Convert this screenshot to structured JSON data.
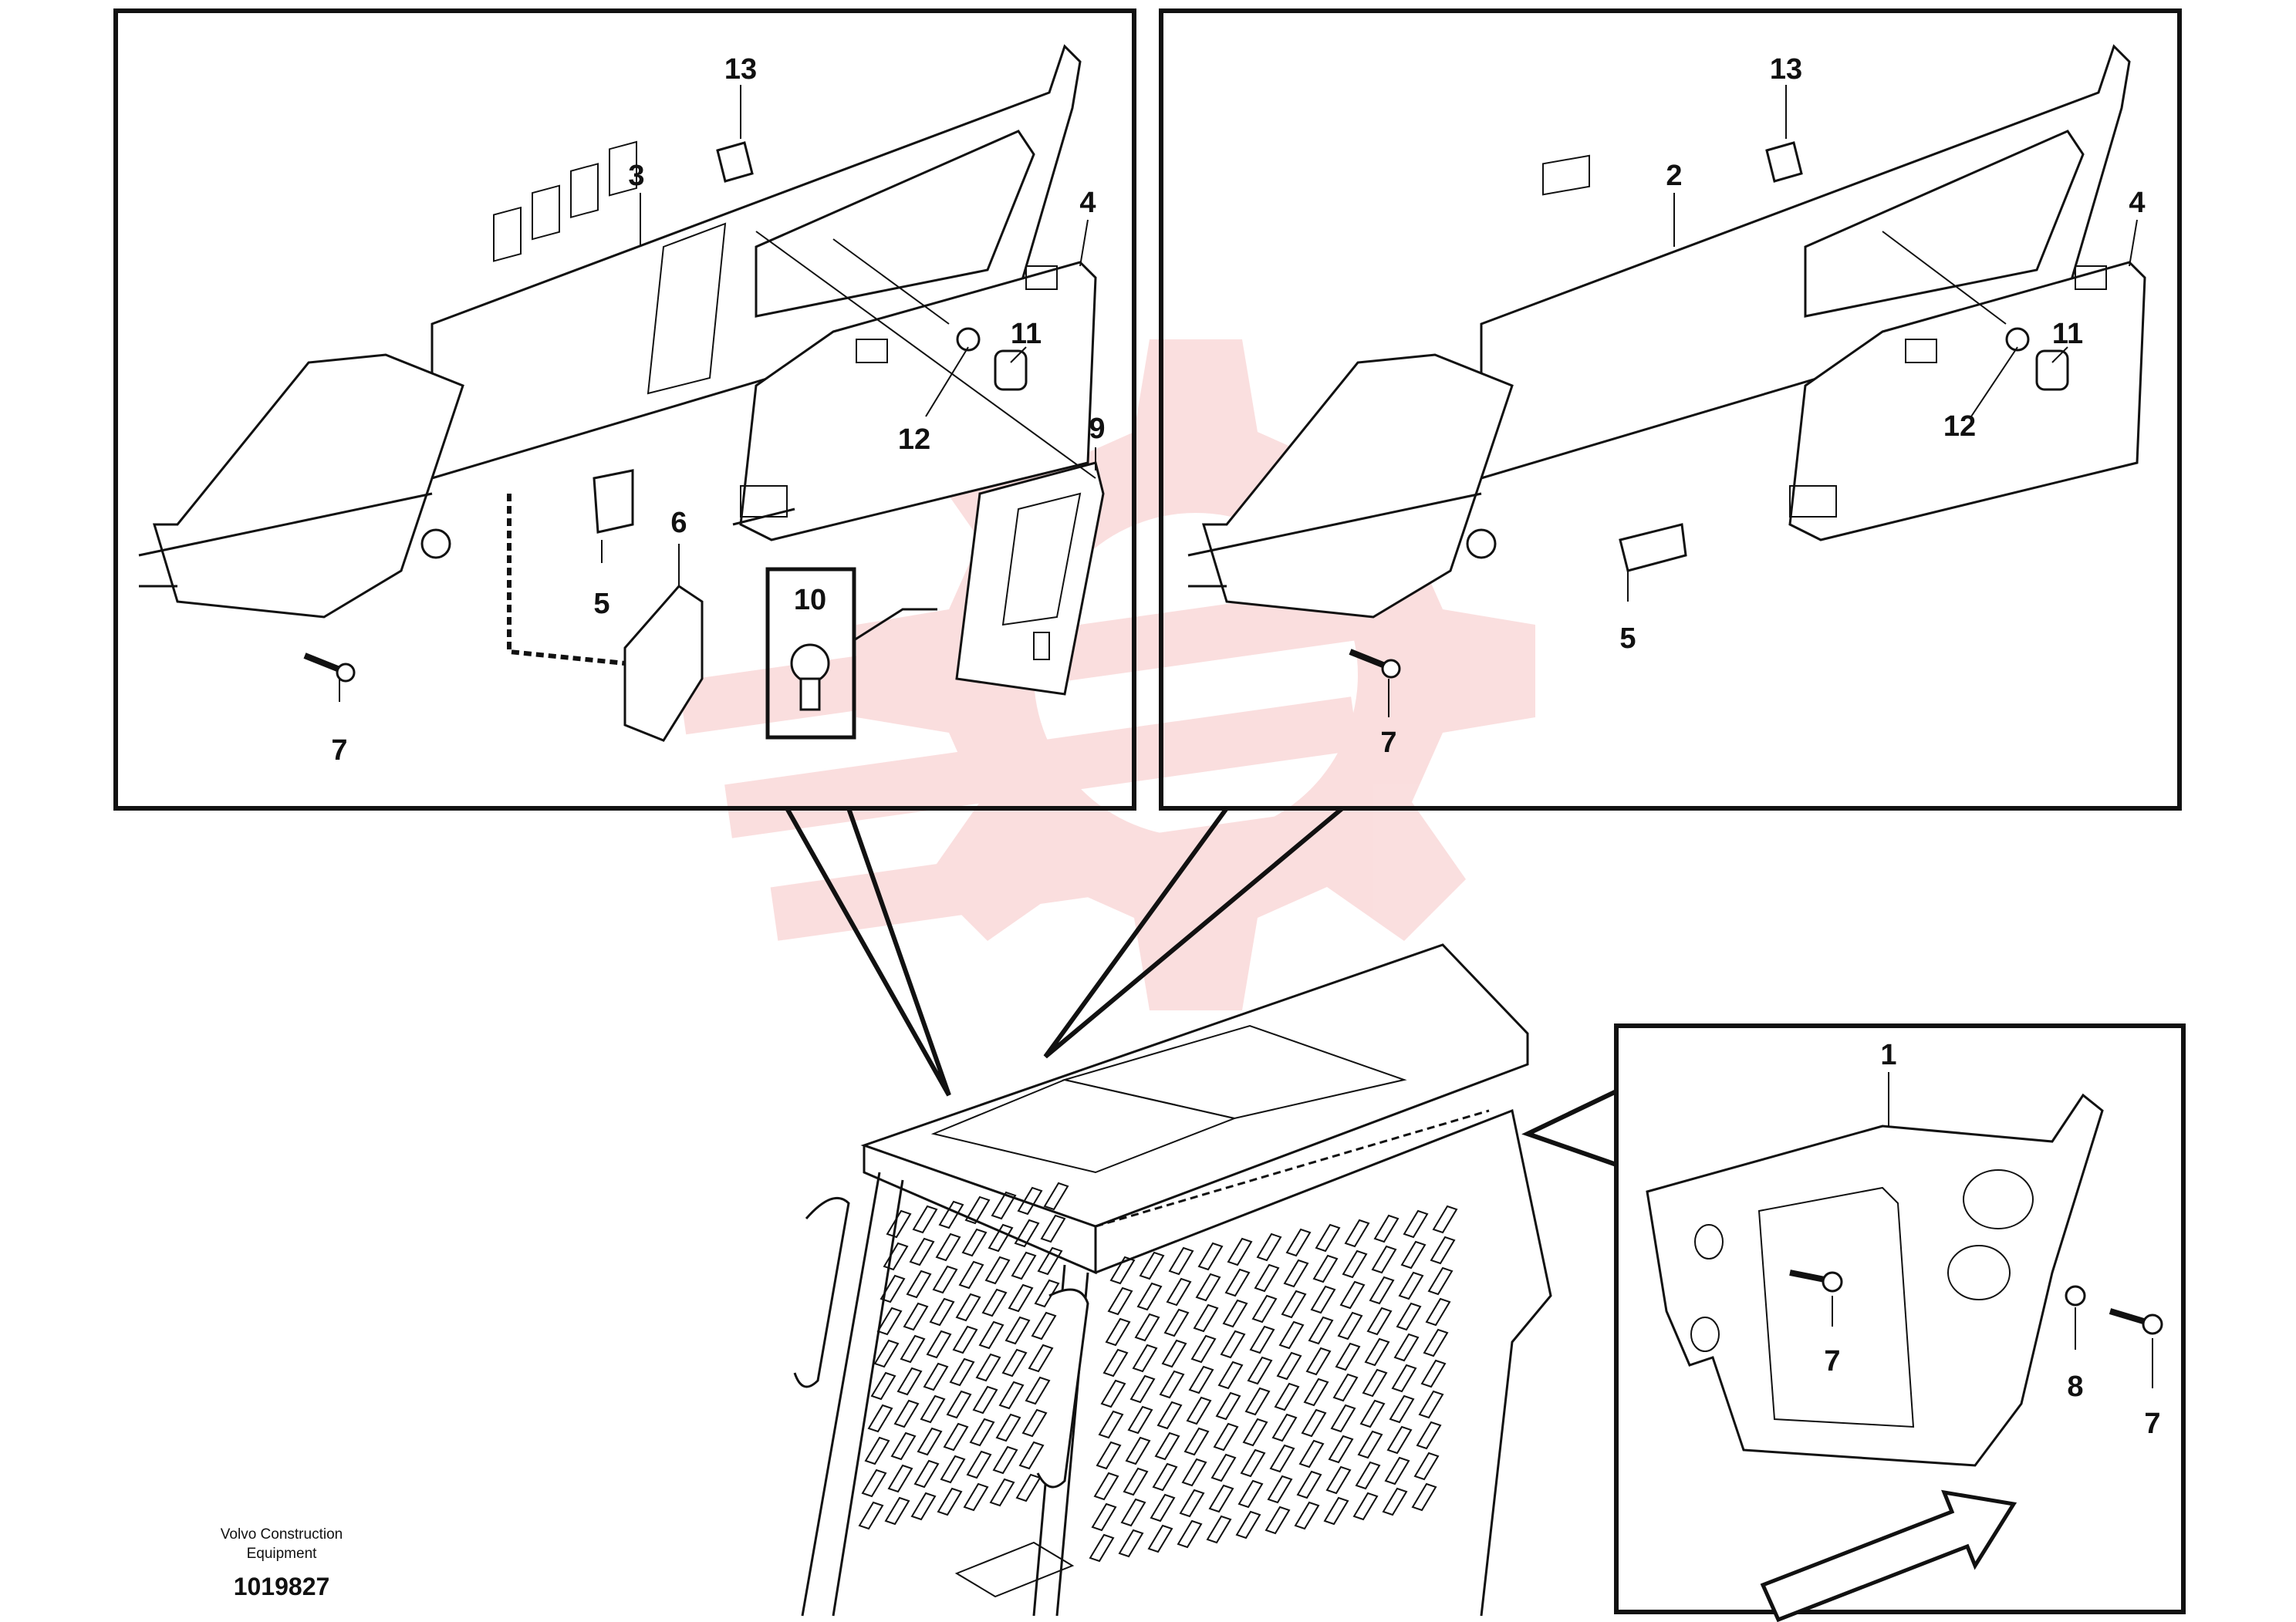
{
  "colors": {
    "ink": "#111111",
    "watermark": "#f2a3a3",
    "background": "#ffffff"
  },
  "callouts": {
    "left": [
      "13",
      "3",
      "4",
      "11",
      "12",
      "9",
      "6",
      "5",
      "10",
      "7"
    ],
    "right": [
      "13",
      "2",
      "4",
      "11",
      "12",
      "5",
      "7"
    ],
    "inset": [
      "1",
      "7",
      "8",
      "7"
    ]
  },
  "caption": {
    "line1": "Volvo Construction",
    "line2": "Equipment"
  },
  "document_number": "1019827"
}
